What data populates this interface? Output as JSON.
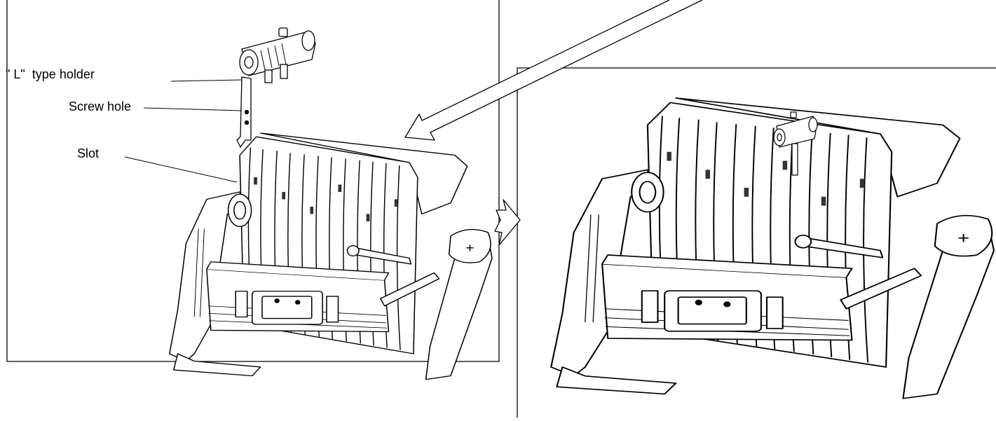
{
  "callouts": {
    "l_holder": "\" L\"  type holder",
    "screw_hole": "Screw hole",
    "slot": "Slot"
  },
  "colors": {
    "line": "#000000",
    "background": "#ffffff"
  }
}
